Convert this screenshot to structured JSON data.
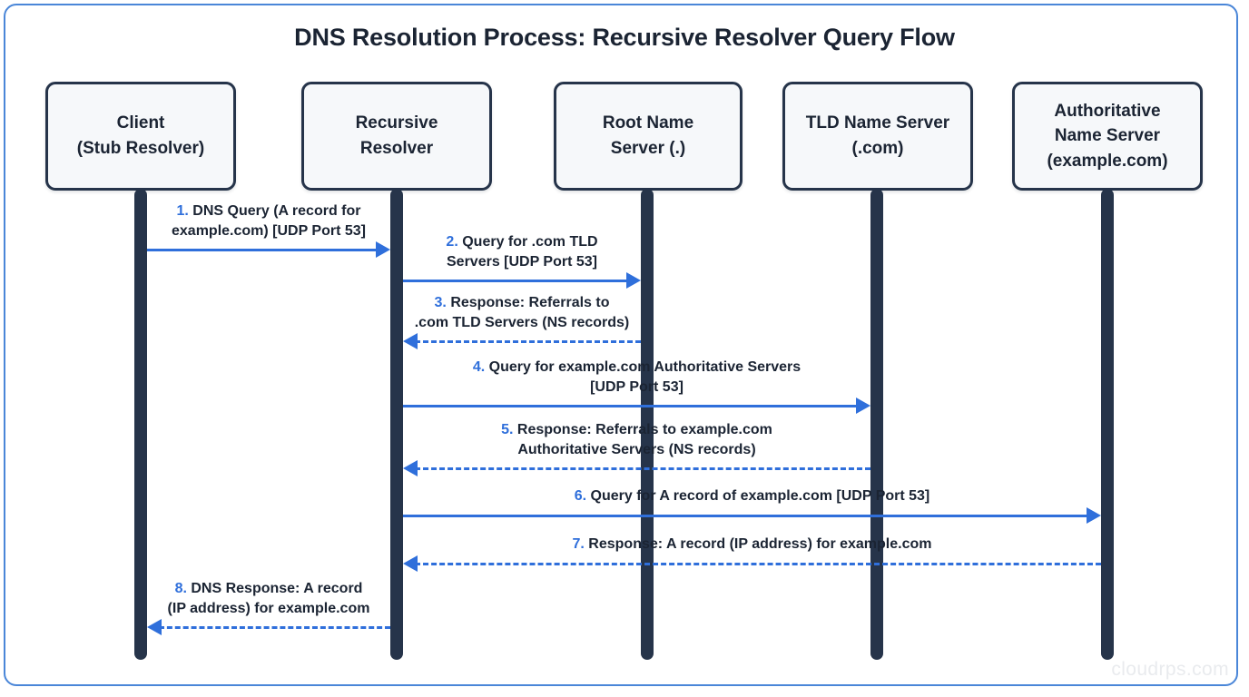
{
  "diagram": {
    "title": "DNS Resolution Process: Recursive Resolver Query Flow",
    "watermark": "cloudrps.com",
    "colors": {
      "accent": "#2f6fdb",
      "lifeline": "#26344a",
      "box_fill": "#f6f8fa",
      "box_border": "#26344a",
      "frame": "#4a86d8",
      "text": "#1b2433",
      "watermark": "#e9ebee"
    },
    "participants": [
      {
        "id": "client",
        "label": "Client\n(Stub Resolver)"
      },
      {
        "id": "resolver",
        "label": "Recursive\nResolver"
      },
      {
        "id": "root",
        "label": "Root Name\nServer (.)"
      },
      {
        "id": "tld",
        "label": "TLD Name Server\n(.com)"
      },
      {
        "id": "authoritative",
        "label": "Authoritative\nName Server\n(example.com)"
      }
    ],
    "messages": [
      {
        "num": "1.",
        "text": "DNS Query (A record for\nexample.com) [UDP Port 53]",
        "from": "client",
        "to": "resolver",
        "style": "solid",
        "direction": "right"
      },
      {
        "num": "2.",
        "text": "Query for .com TLD\nServers [UDP Port 53]",
        "from": "resolver",
        "to": "root",
        "style": "solid",
        "direction": "right"
      },
      {
        "num": "3.",
        "text": "Response: Referrals to\n.com TLD Servers (NS records)",
        "from": "root",
        "to": "resolver",
        "style": "dashed",
        "direction": "left"
      },
      {
        "num": "4.",
        "text": "Query for example.com Authoritative Servers\n[UDP Port 53]",
        "from": "resolver",
        "to": "tld",
        "style": "solid",
        "direction": "right"
      },
      {
        "num": "5.",
        "text": "Response: Referrals to example.com\nAuthoritative Servers (NS records)",
        "from": "tld",
        "to": "resolver",
        "style": "dashed",
        "direction": "left"
      },
      {
        "num": "6.",
        "text": "Query for A record of example.com [UDP Port 53]",
        "from": "resolver",
        "to": "authoritative",
        "style": "solid",
        "direction": "right"
      },
      {
        "num": "7.",
        "text": "Response: A record (IP address) for example.com",
        "from": "authoritative",
        "to": "resolver",
        "style": "dashed",
        "direction": "left"
      },
      {
        "num": "8.",
        "text": "DNS Response: A record\n(IP address) for example.com",
        "from": "resolver",
        "to": "client",
        "style": "dashed",
        "direction": "left"
      }
    ]
  }
}
